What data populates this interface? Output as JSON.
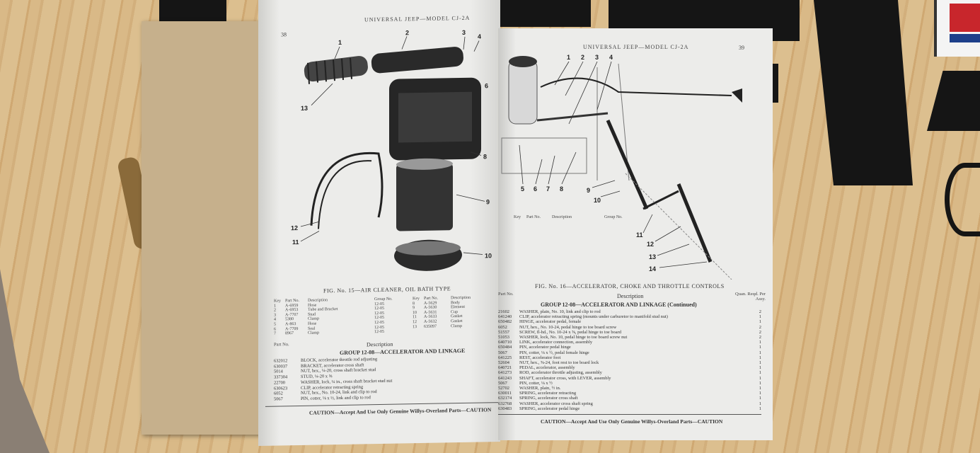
{
  "left_page": {
    "header": "UNIVERSAL JEEP—MODEL CJ-2A",
    "page_number": "38",
    "figure_callouts": [
      "1",
      "2",
      "3",
      "4",
      "6",
      "8",
      "9",
      "10",
      "11",
      "12",
      "13"
    ],
    "figure_caption": "FIG. No. 15—AIR CLEANER, OIL BATH TYPE",
    "key_table": {
      "headers": [
        "Key",
        "Part No.",
        "Description",
        "Group No.",
        "Key",
        "Part No.",
        "Description"
      ],
      "rows": [
        [
          "1",
          "A-6959",
          "Hose",
          "12-05",
          "8",
          "A-5629",
          "Body"
        ],
        [
          "2",
          "A-6953",
          "Tube and Bracket",
          "12-05",
          "9",
          "A-5630",
          "Element"
        ],
        [
          "3",
          "A-7707",
          "Stud",
          "12-05",
          "10",
          "A-5631",
          "Cup"
        ],
        [
          "4",
          "5380",
          "Clamp",
          "12-05",
          "11",
          "A-5633",
          "Gasket"
        ],
        [
          "5",
          "A-863",
          "Hose",
          "12-05",
          "12",
          "A-5632",
          "Gasket"
        ],
        [
          "6",
          "A-7709",
          "Seal",
          "12-05",
          "13",
          "635097",
          "Clamp"
        ],
        [
          "7",
          "8967",
          "Clamp",
          "12-05",
          "",
          "",
          ""
        ]
      ]
    },
    "parts_header_part_no": "Part No.",
    "parts_header_description": "Description",
    "group_title": "GROUP 12-08—ACCELERATOR AND LINKAGE",
    "parts": [
      [
        "632012",
        "BLOCK, accelerator throttle rod adjusting"
      ],
      [
        "630037",
        "BRACKET, accelerator cross shaft"
      ],
      [
        "5014",
        "NUT, hex., ¼-20, cross shaft bracket stud"
      ],
      [
        "337304",
        "STUD, ¼-20 x ⅝"
      ],
      [
        "22700",
        "WASHER, lock, ¼ in., cross shaft bracket stud nut"
      ],
      [
        "630623",
        "CLIP, accelerator retracting spring"
      ],
      [
        "6052",
        "NUT, hex., No. 10-24, link and clip to rod"
      ],
      [
        "5067",
        "PIN, cotter, ⅛ x ½, link and clip to rod"
      ]
    ],
    "caution": "CAUTION—Accept And Use Only Genuine Willys-Overland Parts—CAUTION"
  },
  "right_page": {
    "header": "UNIVERSAL JEEP—MODEL CJ-2A",
    "page_number": "39",
    "figure_callouts": [
      "1",
      "2",
      "3",
      "4",
      "5",
      "6",
      "7",
      "8",
      "9",
      "10",
      "11",
      "12",
      "13",
      "14"
    ],
    "key_table_headers": [
      "Key",
      "Part No.",
      "Description",
      "Group No."
    ],
    "figure_caption": "FIG. No. 16—ACCELERATOR, CHOKE AND THROTTLE CONTROLS",
    "parts_header_part_no": "Part No.",
    "parts_header_description": "Description",
    "parts_header_qty": "Quan. Reqd. Per Assy.",
    "group_title": "GROUP 12-08—ACCELERATOR AND LINKAGE (Continued)",
    "parts": [
      [
        "21602",
        "WASHER, plain, No. 10, link and clip to rod",
        "2"
      ],
      [
        "641240",
        "CLIP, accelerator retracting spring (mounts under carburetor to manifold stud nut)",
        "1"
      ],
      [
        "650482",
        "HINGE, accelerator pedal, female",
        "1"
      ],
      [
        "6052",
        "NUT, hex., No. 10-24, pedal hinge to toe board screw",
        "2"
      ],
      [
        "51557",
        "SCREW, fl-hd., No. 10-24 x ⅝, pedal hinge to toe board",
        "2"
      ],
      [
        "51053",
        "WASHER, lock, No. 10, pedal hinge to toe board screw nut",
        "2"
      ],
      [
        "640710",
        "LINK, accelerator connection, assembly",
        "1"
      ],
      [
        "650484",
        "PIN, accelerator pedal hinge",
        "1"
      ],
      [
        "5067",
        "PIN, cotter, ⅛ x ½, pedal female hinge",
        "1"
      ],
      [
        "641225",
        "REST, accelerator foot",
        "1"
      ],
      [
        "52604",
        "NUT, hex., ⅝-24, foot rest to toe board lock",
        "1"
      ],
      [
        "640721",
        "PEDAL, accelerator, assembly",
        "1"
      ],
      [
        "641273",
        "ROD, accelerator throttle adjusting, assembly",
        "1"
      ],
      [
        "641243",
        "SHAFT, accelerator cross, with LEVER, assembly",
        "1"
      ],
      [
        "5067",
        "PIN, cotter, ⅛ x ½",
        "1"
      ],
      [
        "52702",
        "WASHER, plain, ½ in.",
        "1"
      ],
      [
        "630011",
        "SPRING, accelerator retracting",
        "1"
      ],
      [
        "632174",
        "SPRING, accelerator cross shaft",
        "1"
      ],
      [
        "632768",
        "WASHER, accelerator cross shaft spring",
        "1"
      ],
      [
        "630483",
        "SPRING, accelerator pedal hinge",
        "1"
      ]
    ],
    "caution": "CAUTION—Accept And Use Only Genuine Willys-Overland Parts—CAUTION"
  },
  "colors": {
    "wood": "#d8b785",
    "stencil": "#151515",
    "cover": "#c6b08c",
    "paper": "#e8e8e5",
    "ink": "#333333"
  }
}
